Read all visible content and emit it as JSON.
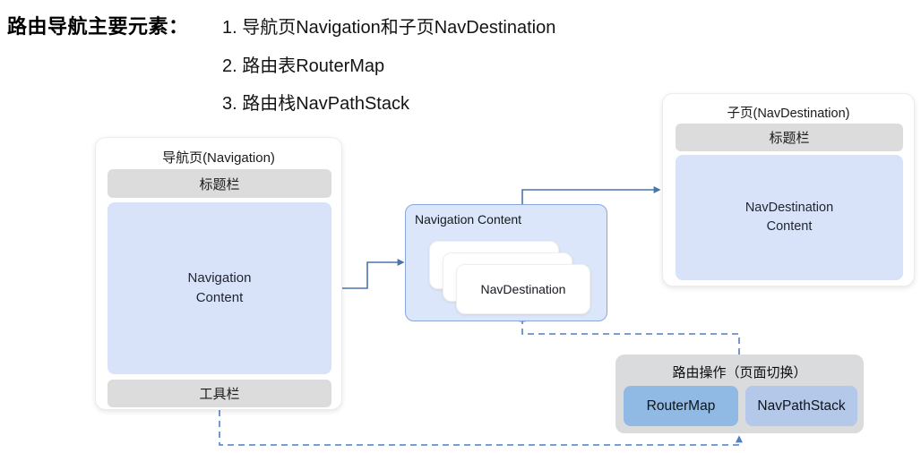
{
  "header": {
    "title": "路由导航主要元素：",
    "items": [
      "1. 导航页Navigation和子页NavDestination",
      "2. 路由表RouterMap",
      "3. 路由栈NavPathStack"
    ]
  },
  "navigation_page": {
    "title": "导航页(Navigation)",
    "title_bar": "标题栏",
    "content_label": "Navigation\nContent",
    "toolbar": "工具栏"
  },
  "navigation_content_box": {
    "label": "Navigation Content",
    "card_label": "NavDestination"
  },
  "nav_destination_page": {
    "title": "子页(NavDestination)",
    "title_bar": "标题栏",
    "content_label": "NavDestination\nContent"
  },
  "route_operations": {
    "title": "路由操作（页面切换）",
    "buttons": [
      "RouterMap",
      "NavPathStack"
    ]
  },
  "colors": {
    "solid_connector": "#4a74ad",
    "dashed_connector": "#4d7fc6",
    "panel_blue": "#d8e3fa",
    "mid_box_fill": "#dce6fa",
    "mid_box_border": "#8ba6d8",
    "bar_gray": "#dcdcdd",
    "route_box_gray": "#dadbdc",
    "router_map_button": "#90b9e3",
    "nav_path_stack_button": "#b4c8ea"
  }
}
